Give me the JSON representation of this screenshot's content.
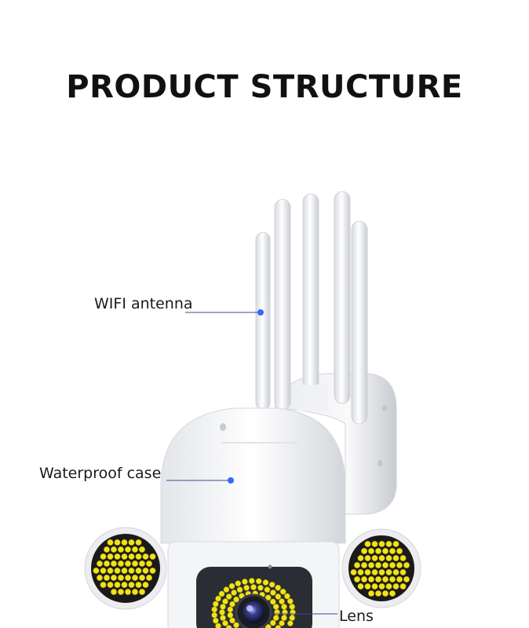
{
  "title": "PRODUCT STRUCTURE",
  "callouts": {
    "wifi_antenna": "WIFI antenna",
    "waterproof_case": "Waterproof case",
    "lens": "Lens"
  },
  "colors": {
    "title": "#111111",
    "callout_line": "#3a4a8c",
    "callout_dot": "#2f6bff",
    "led": "#f2e316",
    "case_white": "#f4f5f7"
  }
}
